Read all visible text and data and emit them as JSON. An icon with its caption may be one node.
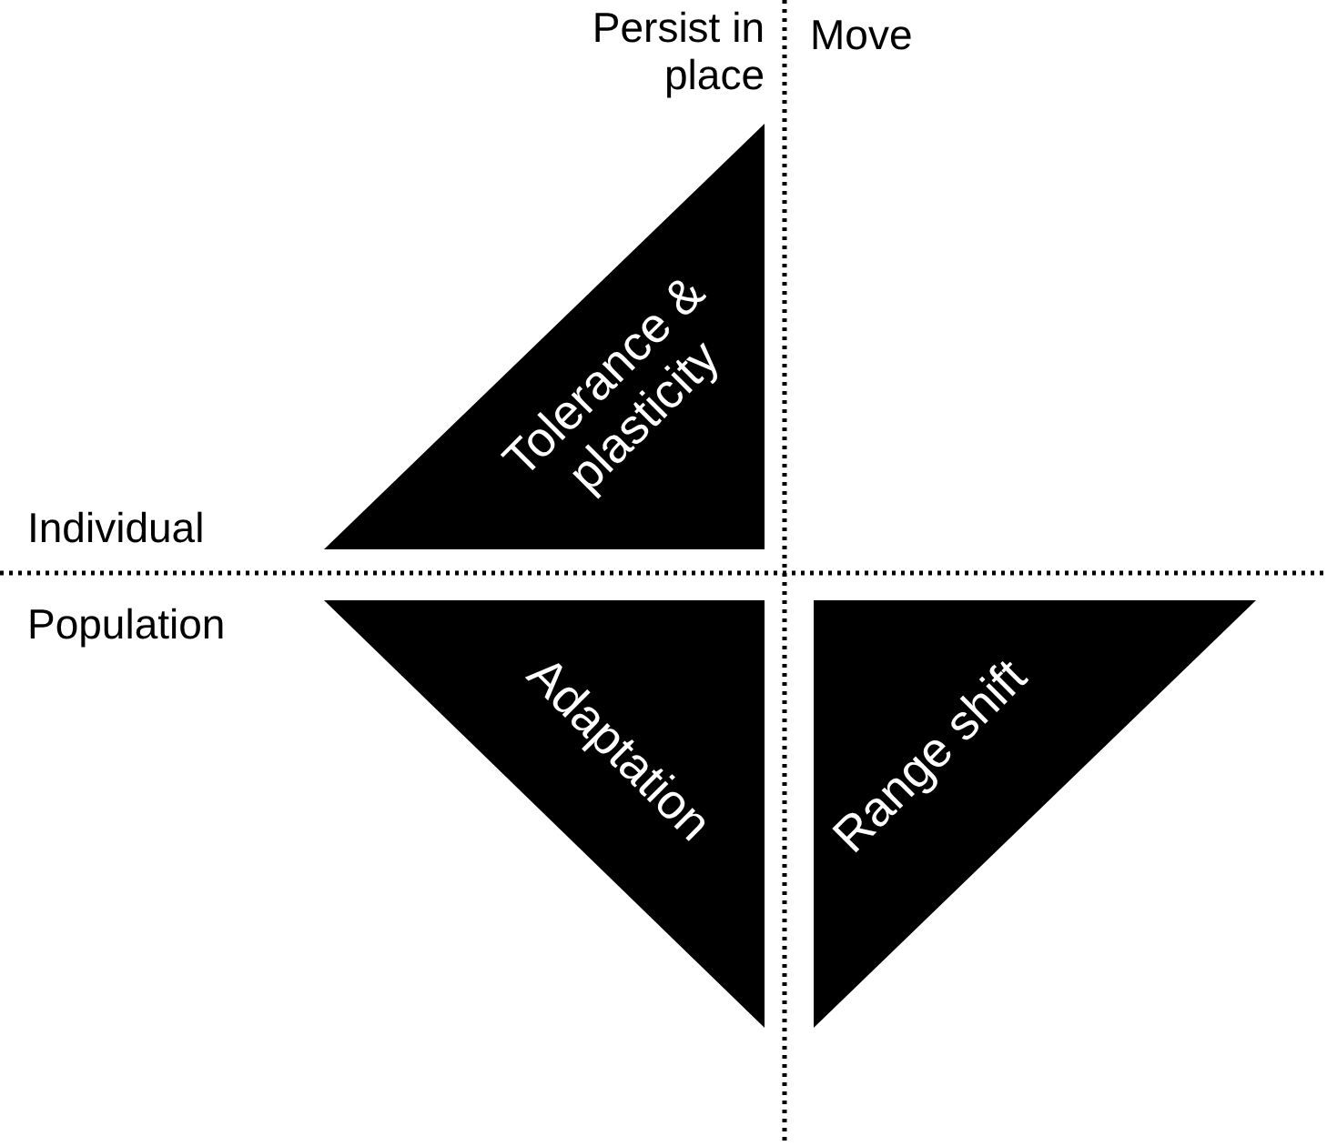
{
  "diagram": {
    "nodes": [
      {
        "text": [
          "Tolerance & plasticity"
        ]
      },
      {
        "text": [
          "Adaptation"
        ]
      },
      {
        "text": [
          "Range shift"
        ]
      }
    ],
    "labels": [
      "Persist in place",
      "Move",
      "Individual",
      "Population"
    ]
  }
}
